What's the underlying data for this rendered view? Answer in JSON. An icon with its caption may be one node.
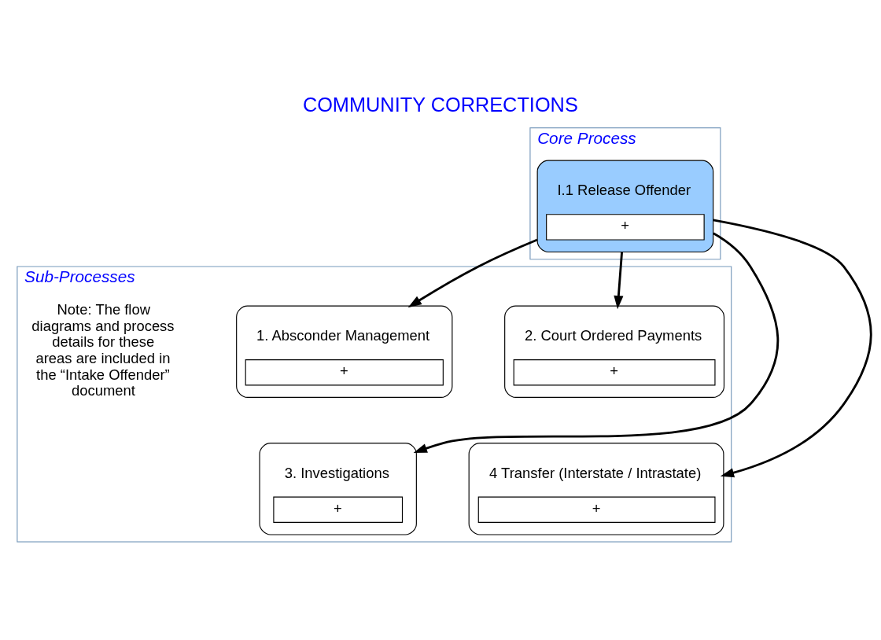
{
  "diagram": {
    "title": "COMMUNITY CORRECTIONS",
    "nodes": [
      {
        "text": [
          "Core Process"
        ]
      },
      {
        "text": [
          "I.1 Release Offender",
          "+"
        ],
        "in": 0
      },
      {
        "text": [
          "Sub-Processes"
        ]
      },
      {
        "text": [
          "1. Absconder Management",
          "+"
        ],
        "in": 2
      },
      {
        "text": [
          "2. Court Ordered Payments",
          "+"
        ],
        "in": 2
      },
      {
        "text": [
          "3. Investigations",
          "+"
        ],
        "in": 2
      },
      {
        "text": [
          "4 Transfer (Interstate / Intrastate)",
          "+"
        ],
        "in": 2
      }
    ],
    "edges": [
      {
        "from": 1,
        "to": 3,
        "arrow": "to"
      },
      {
        "from": 1,
        "to": 4,
        "arrow": "to"
      },
      {
        "from": 1,
        "to": 5,
        "arrow": "to"
      },
      {
        "from": 1,
        "to": 6,
        "arrow": "to"
      }
    ],
    "labels": [
      "Note: The flow diagrams and process details for these areas are included in the “Intake Offender” document"
    ]
  }
}
